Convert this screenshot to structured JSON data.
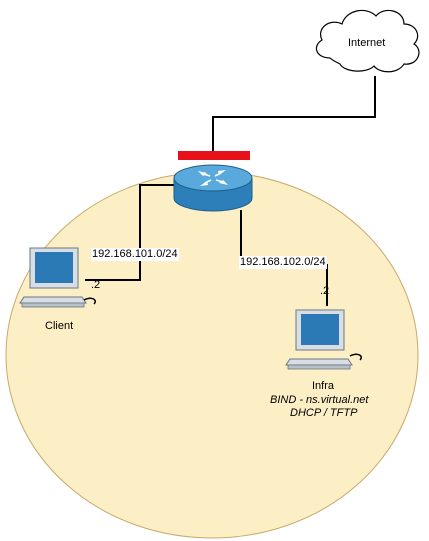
{
  "internet": {
    "label": "Internet"
  },
  "networks": {
    "left": {
      "subnet": "192.168.101.0/24"
    },
    "right": {
      "subnet": "192.168.102.0/24"
    }
  },
  "client": {
    "host_suffix": ".2",
    "name": "Client"
  },
  "infra": {
    "host_suffix": ".2",
    "name": "Infra",
    "service1": "BIND - ns.virtual.net",
    "service2": "DHCP / TFTP"
  },
  "colors": {
    "zone_fill": "#fcefc6",
    "zone_stroke": "#c9a96a",
    "router_body": "#2c7fb8",
    "router_top": "#5aa9dc",
    "firewall_bar": "#e8111a",
    "computer_screen": "#2b79b5",
    "computer_body": "#d9dee4",
    "line": "#000000"
  },
  "icons": {
    "internet": "cloud-icon",
    "router": "router-icon",
    "firewall": "firewall-bar",
    "client": "computer-icon",
    "infra": "computer-icon"
  }
}
